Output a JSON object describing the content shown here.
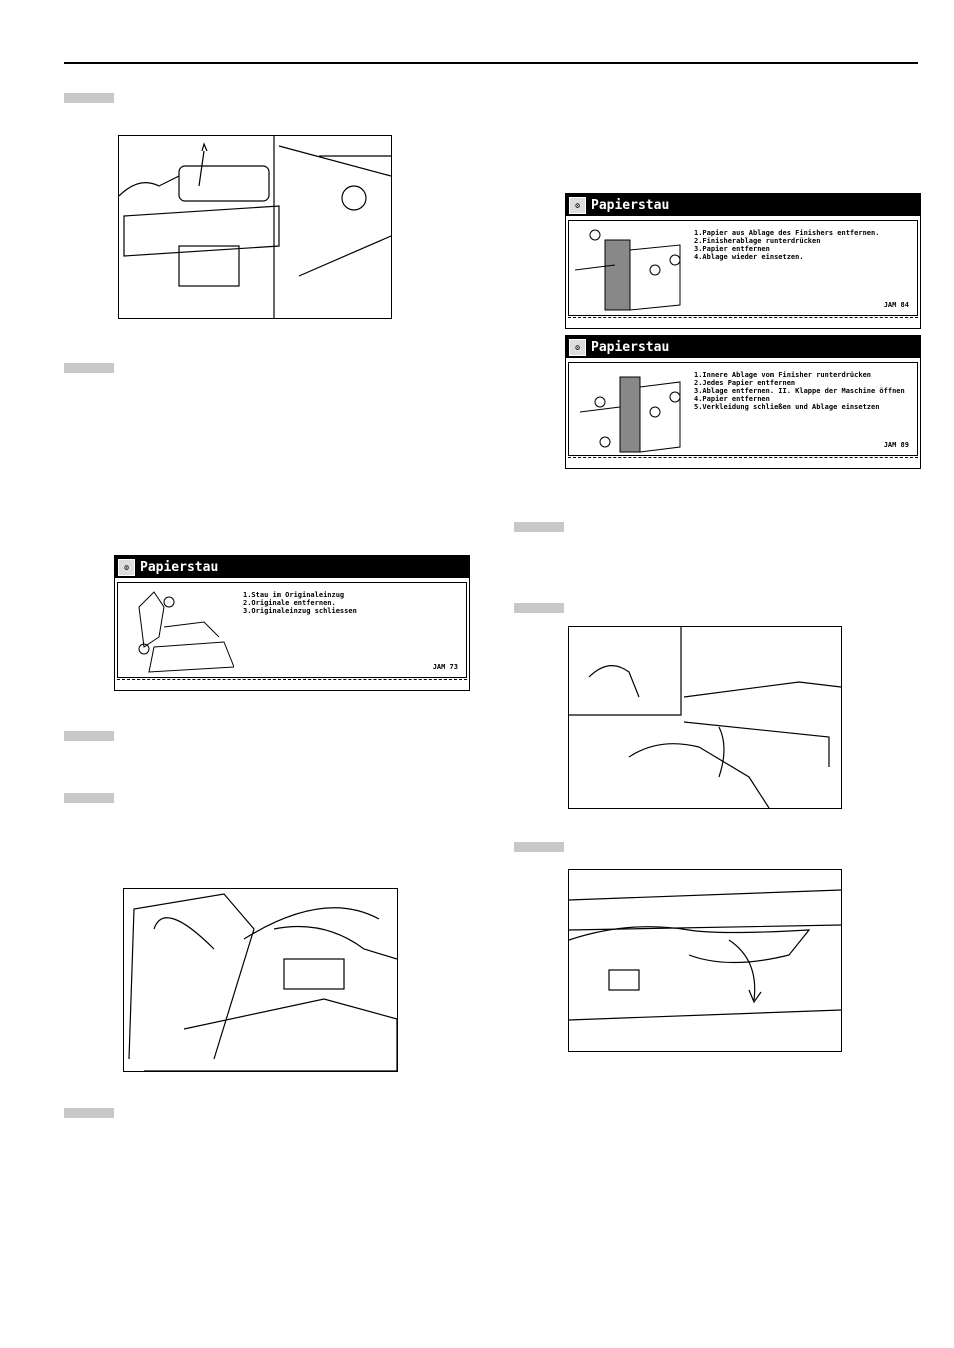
{
  "screens": [
    {
      "title": "Papierstau",
      "icon": "jam-icon",
      "steps": [
        "1.Stau im Originaleinzug",
        "2.Originale entfernen.",
        "3.Originaleinzug schliessen"
      ],
      "code": "JAM 73"
    },
    {
      "title": "Papierstau",
      "icon": "jam-icon",
      "steps": [
        "1.Papier aus Ablage des Finishers entfernen.",
        "2.Finisherablage runterdrücken",
        "3.Papier entfernen",
        "4.Ablage wieder einsetzen."
      ],
      "code": "JAM 84"
    },
    {
      "title": "Papierstau",
      "icon": "jam-icon",
      "steps": [
        "1.Innere Ablage vom Finisher runterdrücken",
        "2.Jedes Papier entfernen",
        "3.Ablage entfernen. II. Klappe der Maschine öffnen",
        "4.Papier entfernen",
        "5.Verkleidung schließen und Ablage einsetzen"
      ],
      "code": "JAM 89"
    }
  ]
}
